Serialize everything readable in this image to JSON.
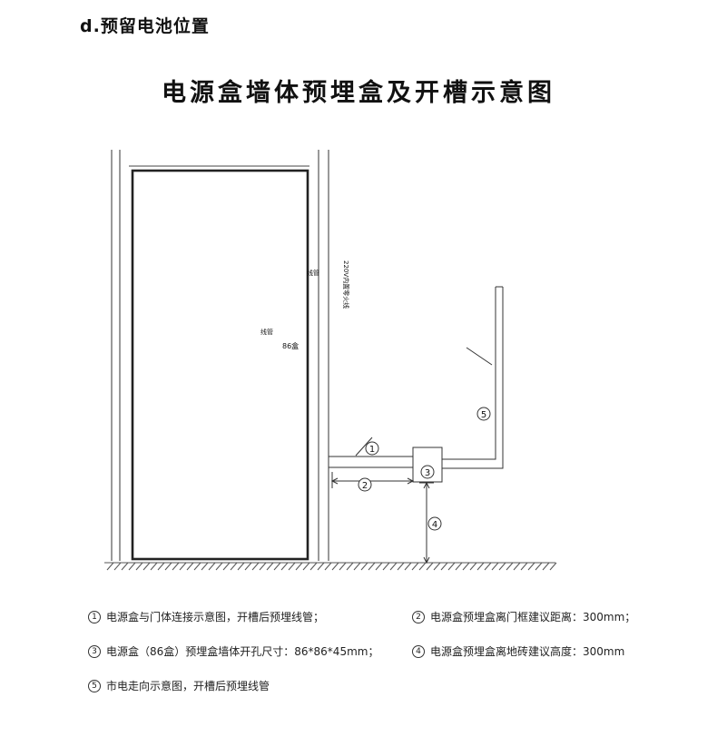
{
  "header": {
    "section_label": "d.预留电池位置",
    "title": "电源盒墙体预埋盒及开槽示意图"
  },
  "diagram": {
    "label_pipe_top": "线管",
    "label_pipe_mid": "线管",
    "label_box": "86盒",
    "label_live_wire": "220V内置零火线",
    "callouts": [
      "1",
      "2",
      "3",
      "4",
      "5"
    ]
  },
  "legend": [
    {
      "num": "1",
      "text": "电源盒与门体连接示意图，开槽后预埋线管；"
    },
    {
      "num": "2",
      "text": "电源盒预埋盒离门框建议距离：300mm；"
    },
    {
      "num": "3",
      "text": "电源盒（86盒）预埋盒墙体开孔尺寸：86*86*45mm；"
    },
    {
      "num": "4",
      "text": "电源盒预埋盒离地砖建议高度：300mm"
    },
    {
      "num": "5",
      "text": "市电走向示意图，开槽后预埋线管"
    }
  ]
}
